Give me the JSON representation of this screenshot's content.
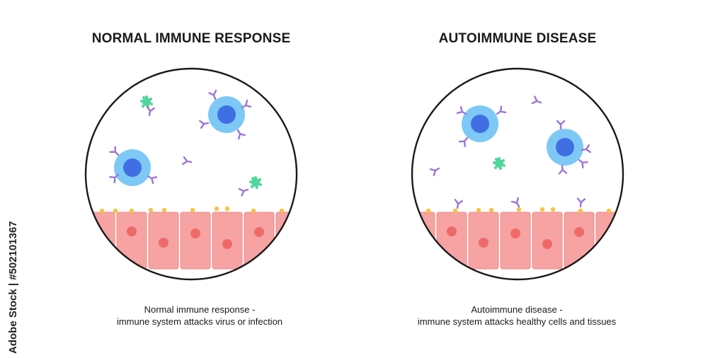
{
  "left_panel": {
    "title": "NORMAL IMMUNE RESPONSE",
    "caption_line1": "Normal immune response -",
    "caption_line2": "immune system attacks virus or infection"
  },
  "right_panel": {
    "title": "AUTOIMMUNE DISEASE",
    "caption_line1": "Autoimmune disease -",
    "caption_line2": "immune system  attacks healthy cells and tissues"
  },
  "watermark": "Adobe Stock | #502101367",
  "colors": {
    "tissue": "#f7a3a3",
    "tissue_border": "#e98a8a",
    "nucleus_red": "#ee6a6a",
    "immune_cell": "#7ec8f6",
    "immune_nucleus": "#3f6fe2",
    "antibody": "#9b74d9",
    "virus": "#4fd69a",
    "antigen": "#f5c442",
    "outline": "#1a1a1a"
  }
}
